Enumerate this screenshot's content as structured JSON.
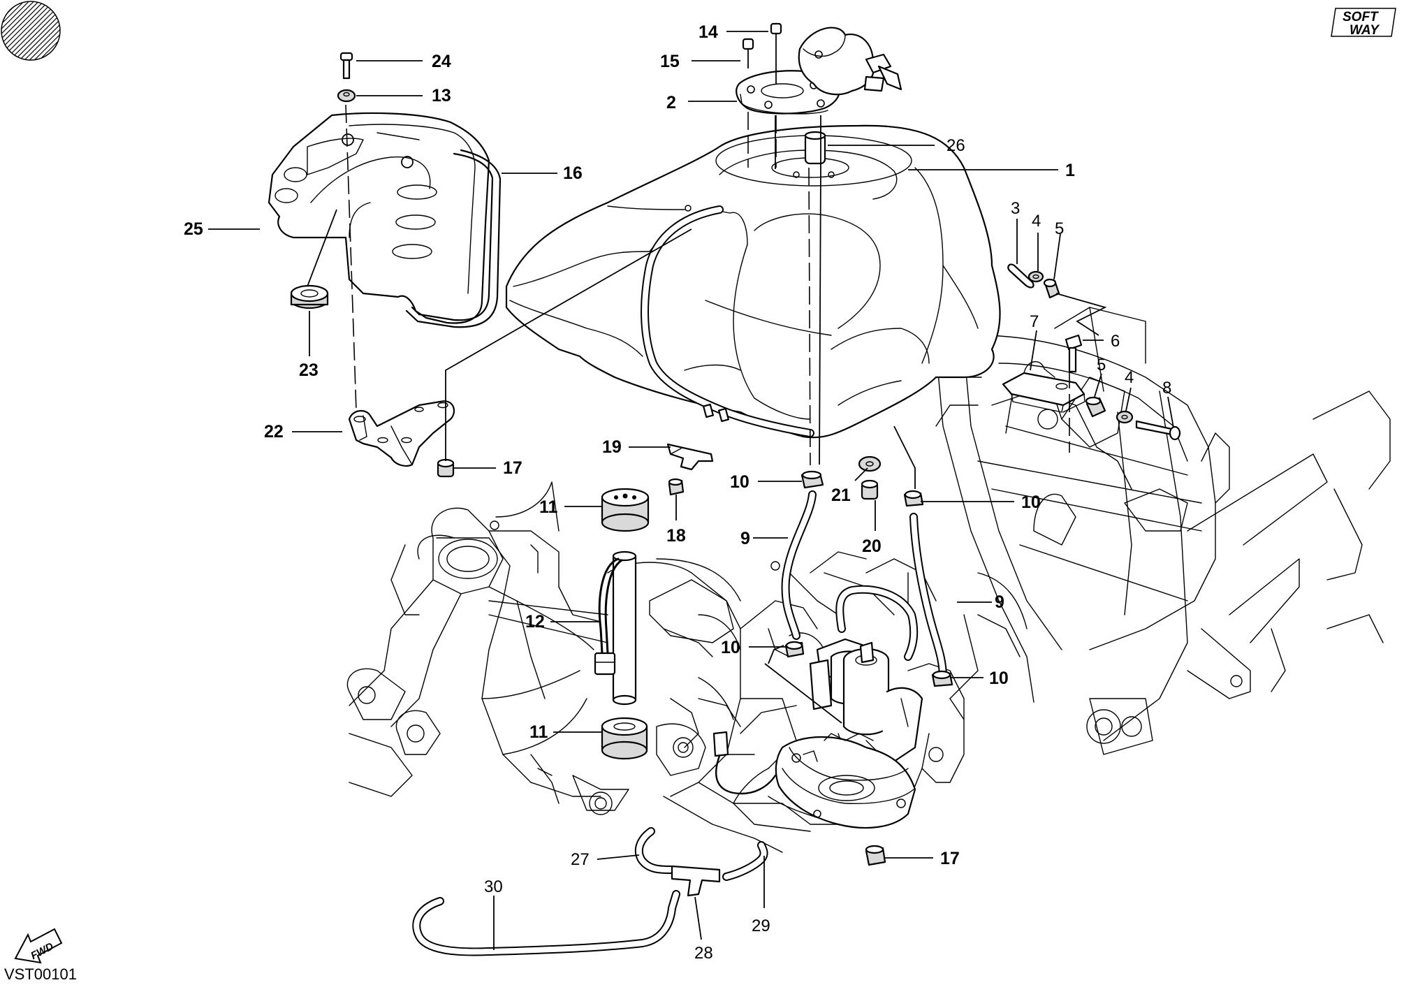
{
  "diagram": {
    "reference_code": "VST00101",
    "logo_text": [
      "SOFT",
      "WAY"
    ],
    "direction_label": "FWD",
    "callouts": [
      {
        "id": "c24",
        "text": "24",
        "weight": "bold"
      },
      {
        "id": "c13",
        "text": "13",
        "weight": "bold"
      },
      {
        "id": "c16",
        "text": "16",
        "weight": "bold"
      },
      {
        "id": "c25",
        "text": "25",
        "weight": "bold"
      },
      {
        "id": "c23",
        "text": "23",
        "weight": "bold"
      },
      {
        "id": "c22",
        "text": "22",
        "weight": "bold"
      },
      {
        "id": "c17a",
        "text": "17",
        "weight": "bold"
      },
      {
        "id": "c14",
        "text": "14",
        "weight": "bold"
      },
      {
        "id": "c15",
        "text": "15",
        "weight": "bold"
      },
      {
        "id": "c2",
        "text": "2",
        "weight": "bold"
      },
      {
        "id": "c26",
        "text": "26",
        "weight": "regular"
      },
      {
        "id": "c1",
        "text": "1",
        "weight": "bold"
      },
      {
        "id": "c3",
        "text": "3",
        "weight": "regular"
      },
      {
        "id": "c4a",
        "text": "4",
        "weight": "regular"
      },
      {
        "id": "c5a",
        "text": "5",
        "weight": "regular"
      },
      {
        "id": "c7",
        "text": "7",
        "weight": "regular"
      },
      {
        "id": "c6",
        "text": "6",
        "weight": "regular"
      },
      {
        "id": "c5b",
        "text": "5",
        "weight": "regular"
      },
      {
        "id": "c4b",
        "text": "4",
        "weight": "regular"
      },
      {
        "id": "c8",
        "text": "8",
        "weight": "regular"
      },
      {
        "id": "c19",
        "text": "19",
        "weight": "bold"
      },
      {
        "id": "c10a",
        "text": "10",
        "weight": "bold"
      },
      {
        "id": "c21",
        "text": "21",
        "weight": "bold"
      },
      {
        "id": "c10b",
        "text": "10",
        "weight": "bold"
      },
      {
        "id": "c11a",
        "text": "11",
        "weight": "bold"
      },
      {
        "id": "c18",
        "text": "18",
        "weight": "bold"
      },
      {
        "id": "c9a",
        "text": "9",
        "weight": "bold"
      },
      {
        "id": "c20",
        "text": "20",
        "weight": "bold"
      },
      {
        "id": "c9b",
        "text": "9",
        "weight": "bold"
      },
      {
        "id": "c12",
        "text": "12",
        "weight": "bold"
      },
      {
        "id": "c10c",
        "text": "10",
        "weight": "bold"
      },
      {
        "id": "c10d",
        "text": "10",
        "weight": "bold"
      },
      {
        "id": "c11b",
        "text": "11",
        "weight": "bold"
      },
      {
        "id": "c17b",
        "text": "17",
        "weight": "bold"
      },
      {
        "id": "c27",
        "text": "27",
        "weight": "regular"
      },
      {
        "id": "c30",
        "text": "30",
        "weight": "regular"
      },
      {
        "id": "c28",
        "text": "28",
        "weight": "regular"
      },
      {
        "id": "c29",
        "text": "29",
        "weight": "regular"
      }
    ]
  }
}
